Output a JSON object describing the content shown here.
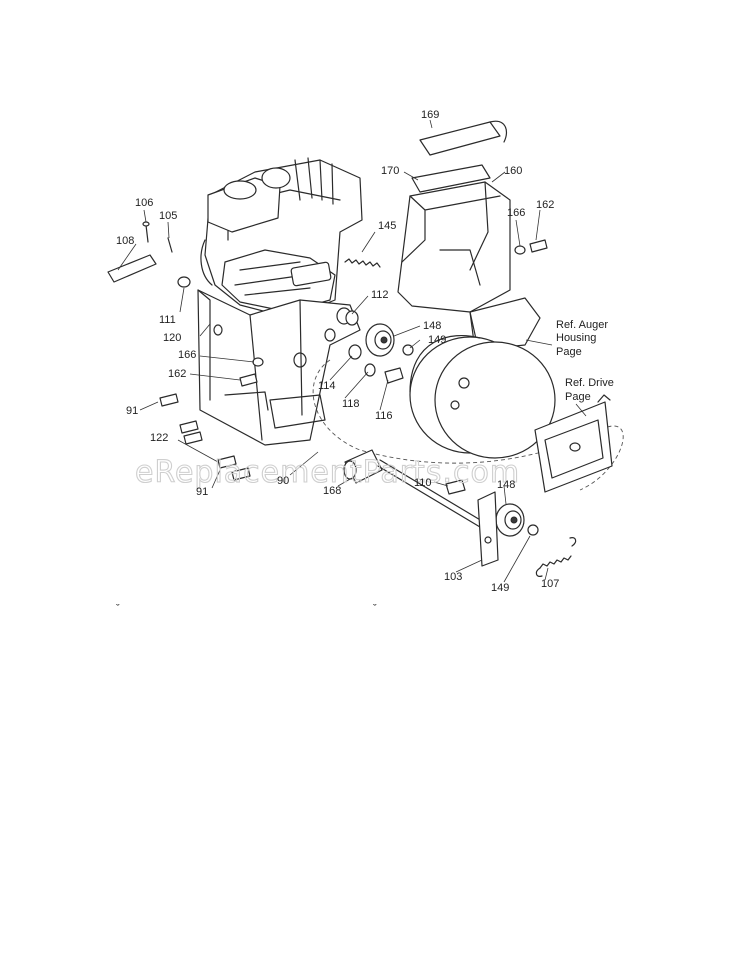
{
  "watermark": "eReplacementParts.com",
  "callouts": [
    "169",
    "170",
    "160",
    "166",
    "162",
    "106",
    "105",
    "108",
    "145",
    "112",
    "111",
    "120",
    "148",
    "149",
    "166",
    "162",
    "114",
    "118",
    "116",
    "91",
    "122",
    "91",
    "90",
    "168",
    "110",
    "148",
    "103",
    "149",
    "107"
  ],
  "ref_notes": {
    "auger": [
      "Ref. Auger",
      "Housing",
      "Page"
    ],
    "drive": [
      "Ref. Drive",
      "Page"
    ]
  },
  "page_marks": [
    "ˇ",
    "ˇ"
  ]
}
